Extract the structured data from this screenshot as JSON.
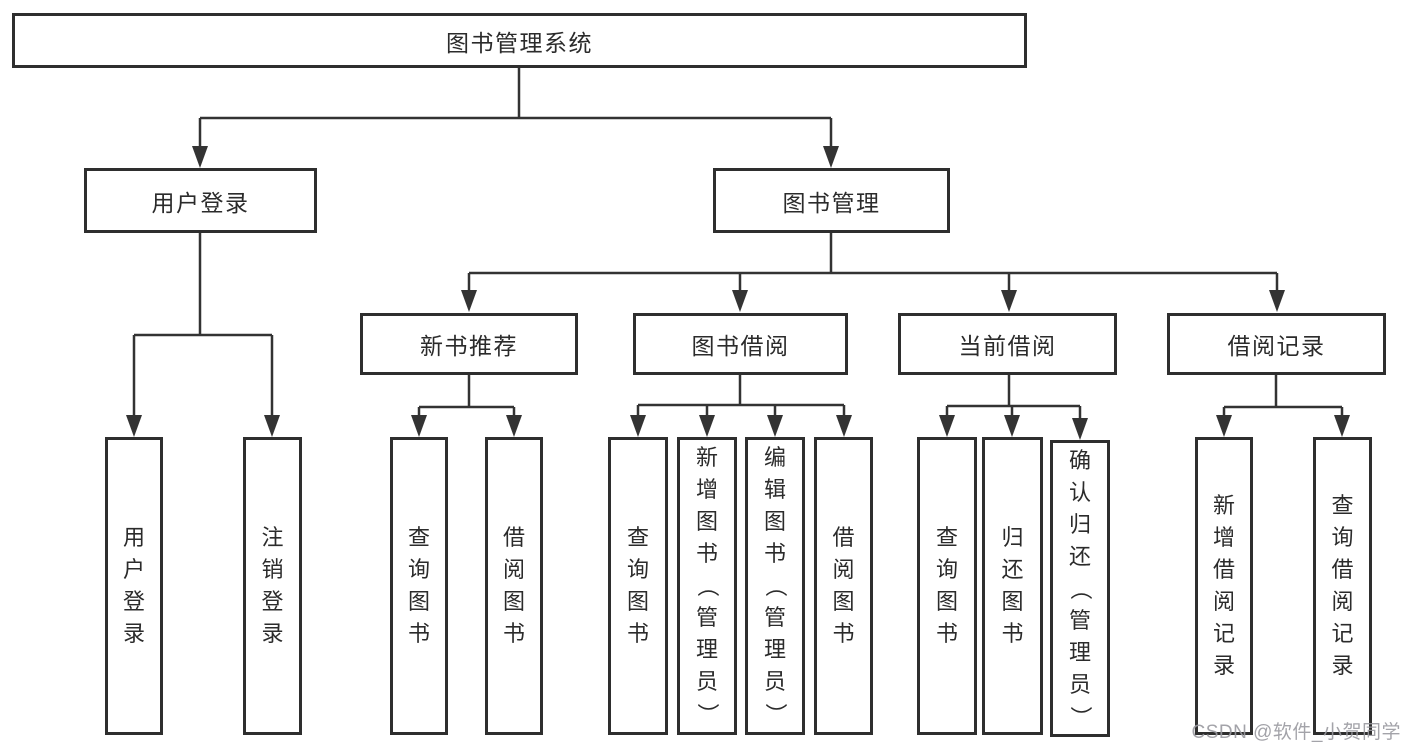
{
  "title": "图书管理系统",
  "level2": {
    "user_login": "用户登录",
    "book_mgmt": "图书管理"
  },
  "level3": {
    "new_book_rec": "新书推荐",
    "book_borrow": "图书借阅",
    "current_borrow": "当前借阅",
    "borrow_record": "借阅记录"
  },
  "leaves": {
    "user_login": "用户登录",
    "logout": "注销登录",
    "rec_query_book": "查询图书",
    "rec_borrow_book": "借阅图书",
    "bor_query_book": "查询图书",
    "bor_add_book": "新增图书（管理员）",
    "bor_edit_book": "编辑图书（管理员）",
    "bor_borrow_book": "借阅图书",
    "cur_query_book": "查询图书",
    "cur_return_book": "归还图书",
    "cur_confirm_return": "确认归还（管理员）",
    "rcd_add_record": "新增借阅记录",
    "rcd_query_record": "查询借阅记录"
  },
  "watermark": "CSDN @软件_小贺同学",
  "colors": {
    "line": "#333333",
    "border": "#2e2e2e",
    "text": "#2b2b2b",
    "watermark": "#9a9aa0"
  }
}
